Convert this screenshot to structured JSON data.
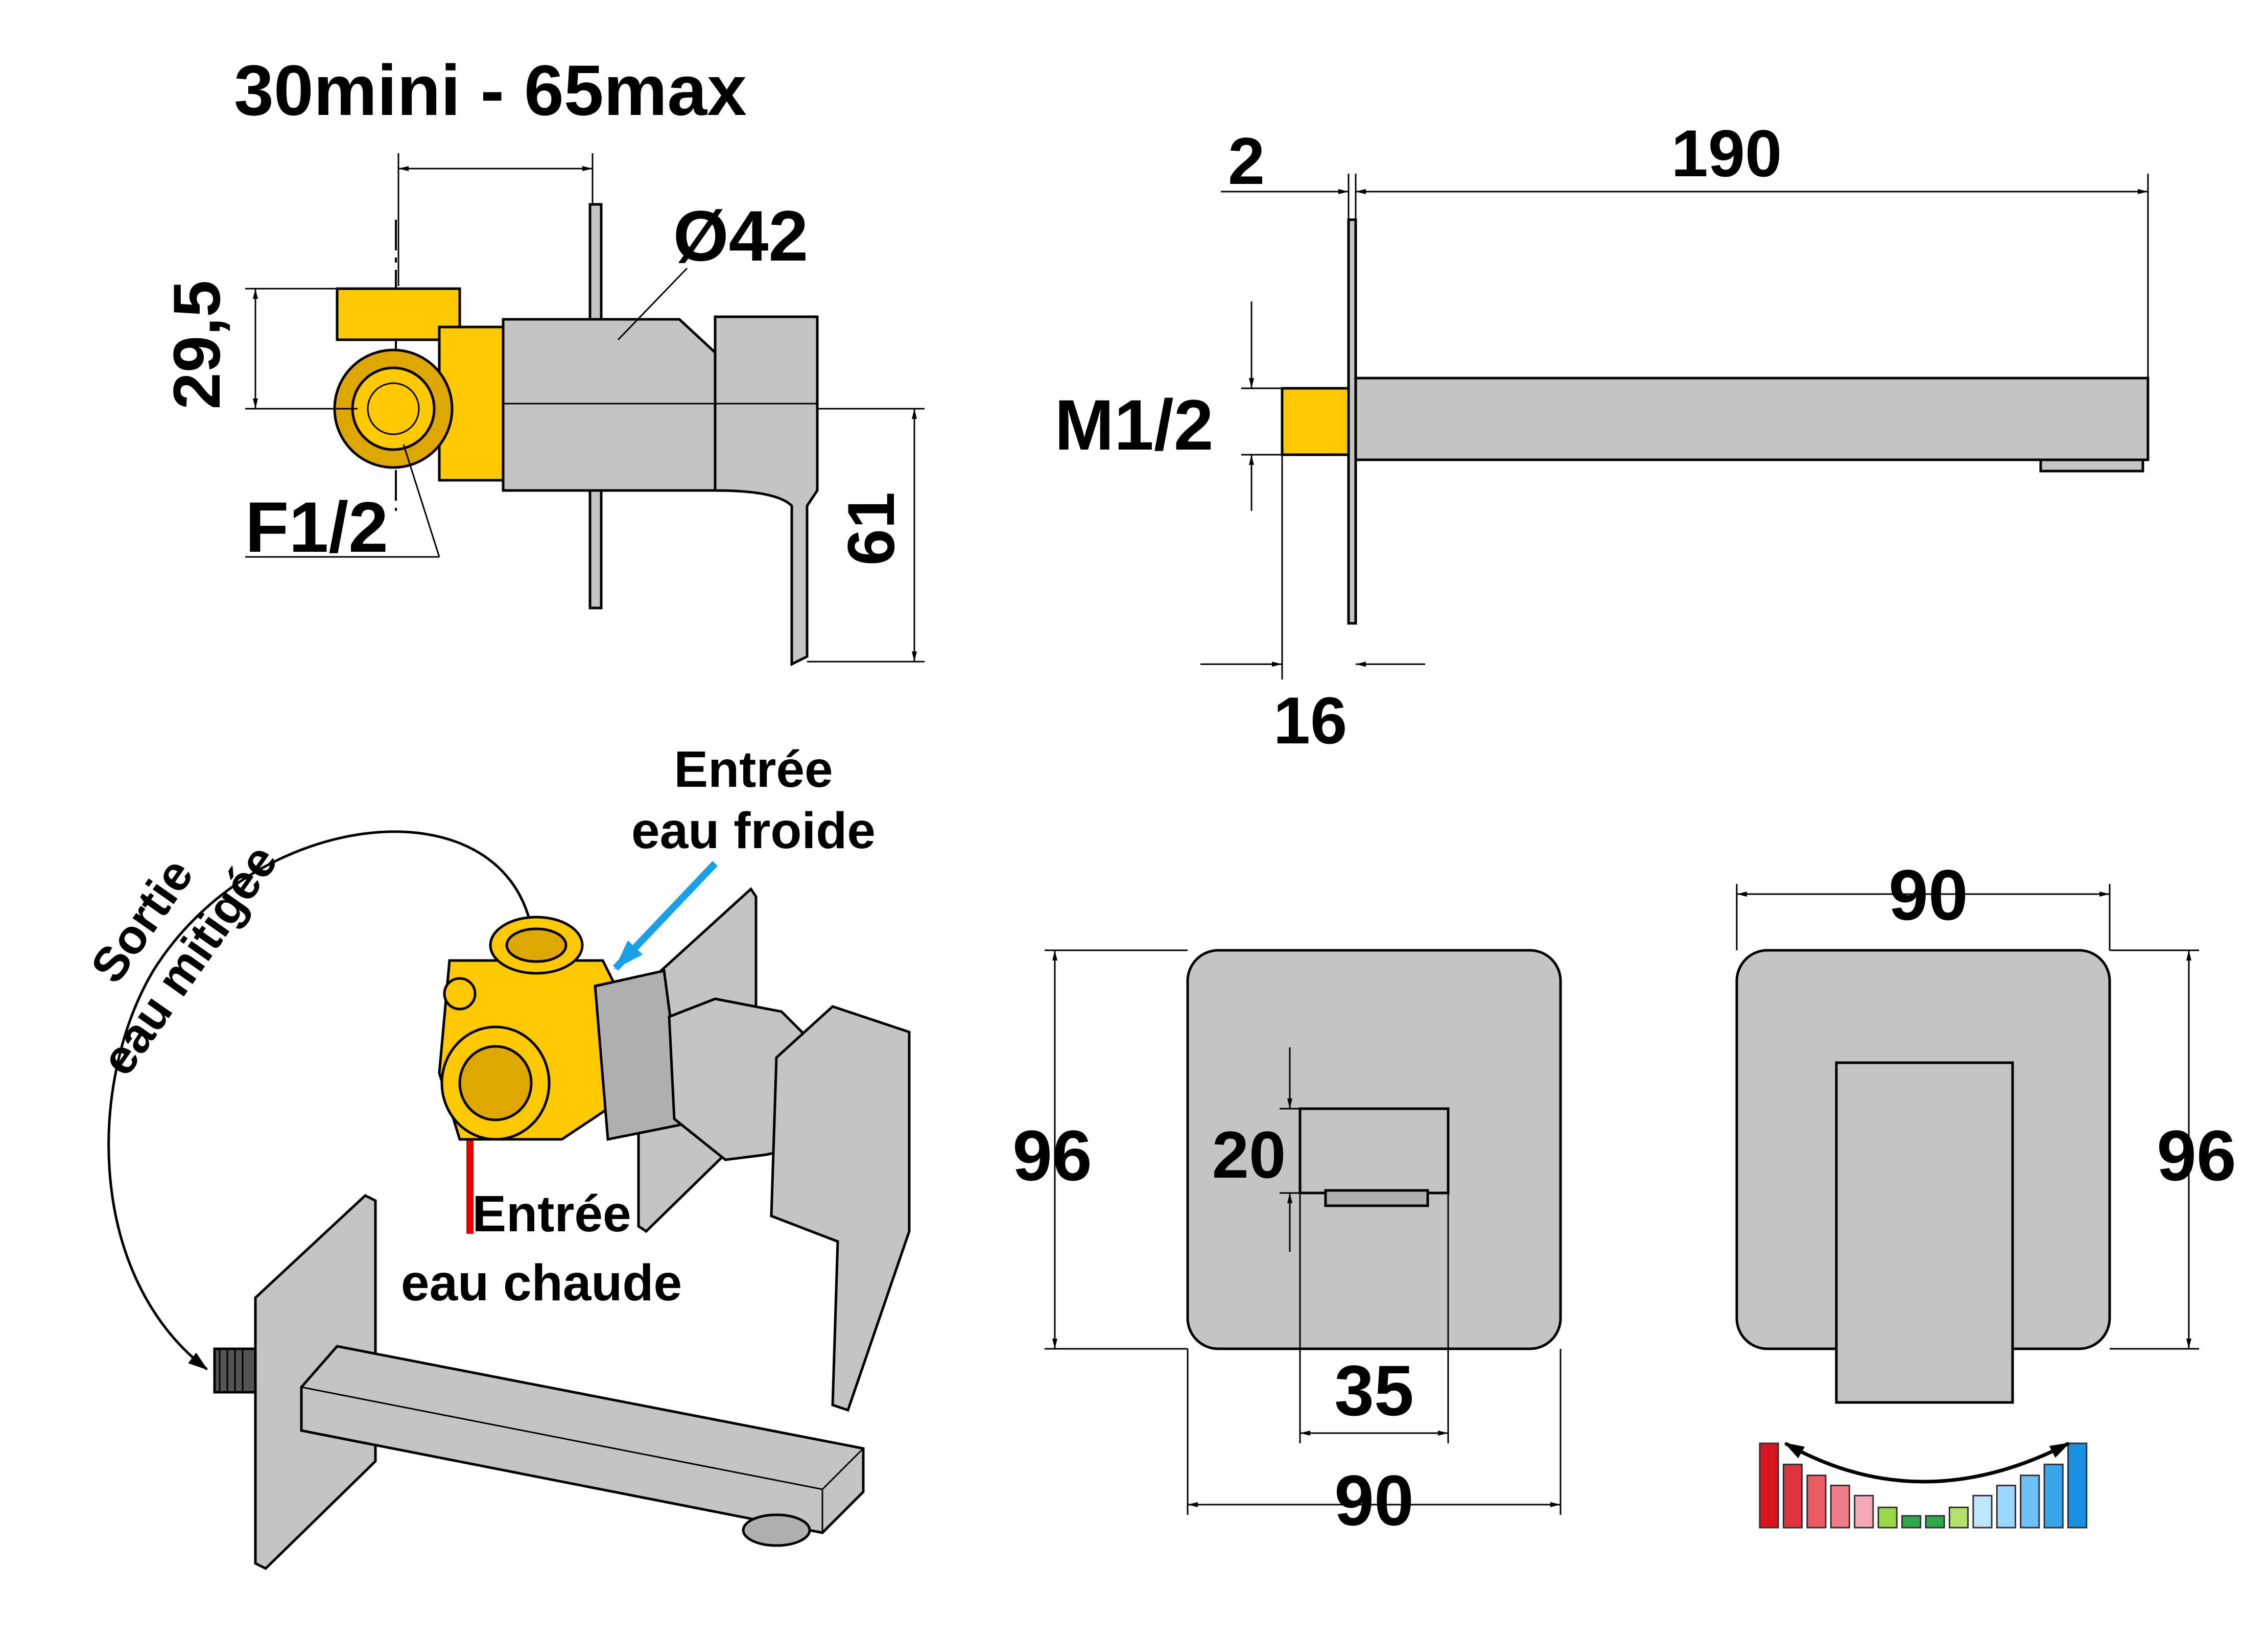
{
  "labels": {
    "depth_range": "30mini - 65max",
    "diameter": "Ø42",
    "height_29_5": "29,5",
    "f_thread": "F1/2",
    "height_61": "61",
    "plate_thickness": "2",
    "spout_length": "190",
    "m_thread": "M1/2",
    "thread_length": "16",
    "cold_inlet": [
      "Entrée",
      "eau froide"
    ],
    "hot_inlet": [
      "Entrée",
      "eau chaude"
    ],
    "mixed_outlet": [
      "Sortie",
      "eau mitigée"
    ],
    "spout_plate_height": "96",
    "spout_height": "20",
    "spout_width": "35",
    "spout_plate_width": "90",
    "mixer_plate_width": "90",
    "mixer_plate_height": "96"
  },
  "colors": {
    "brass": "#ffc800",
    "chrome": "#c4c4c4",
    "cold_arrow": "#1aa0e6",
    "hot_arrow": "#e60000"
  },
  "temperature_scale": {
    "icon": "temperature-gradient-icon",
    "bars": [
      {
        "level": 1.0,
        "color": "#d9141e"
      },
      {
        "level": 0.75,
        "color": "#e0323c"
      },
      {
        "level": 0.62,
        "color": "#ec5a64"
      },
      {
        "level": 0.5,
        "color": "#f07c88"
      },
      {
        "level": 0.38,
        "color": "#f4a8b4"
      },
      {
        "level": 0.24,
        "color": "#9ad84a"
      },
      {
        "level": 0.14,
        "color": "#2da84a"
      },
      {
        "level": 0.14,
        "color": "#2da84a"
      },
      {
        "level": 0.24,
        "color": "#b4e070"
      },
      {
        "level": 0.38,
        "color": "#bfe6ff"
      },
      {
        "level": 0.5,
        "color": "#9ad6ff"
      },
      {
        "level": 0.62,
        "color": "#6cc0f6"
      },
      {
        "level": 0.75,
        "color": "#3aa6ea"
      },
      {
        "level": 1.0,
        "color": "#1a8ee0"
      }
    ]
  }
}
